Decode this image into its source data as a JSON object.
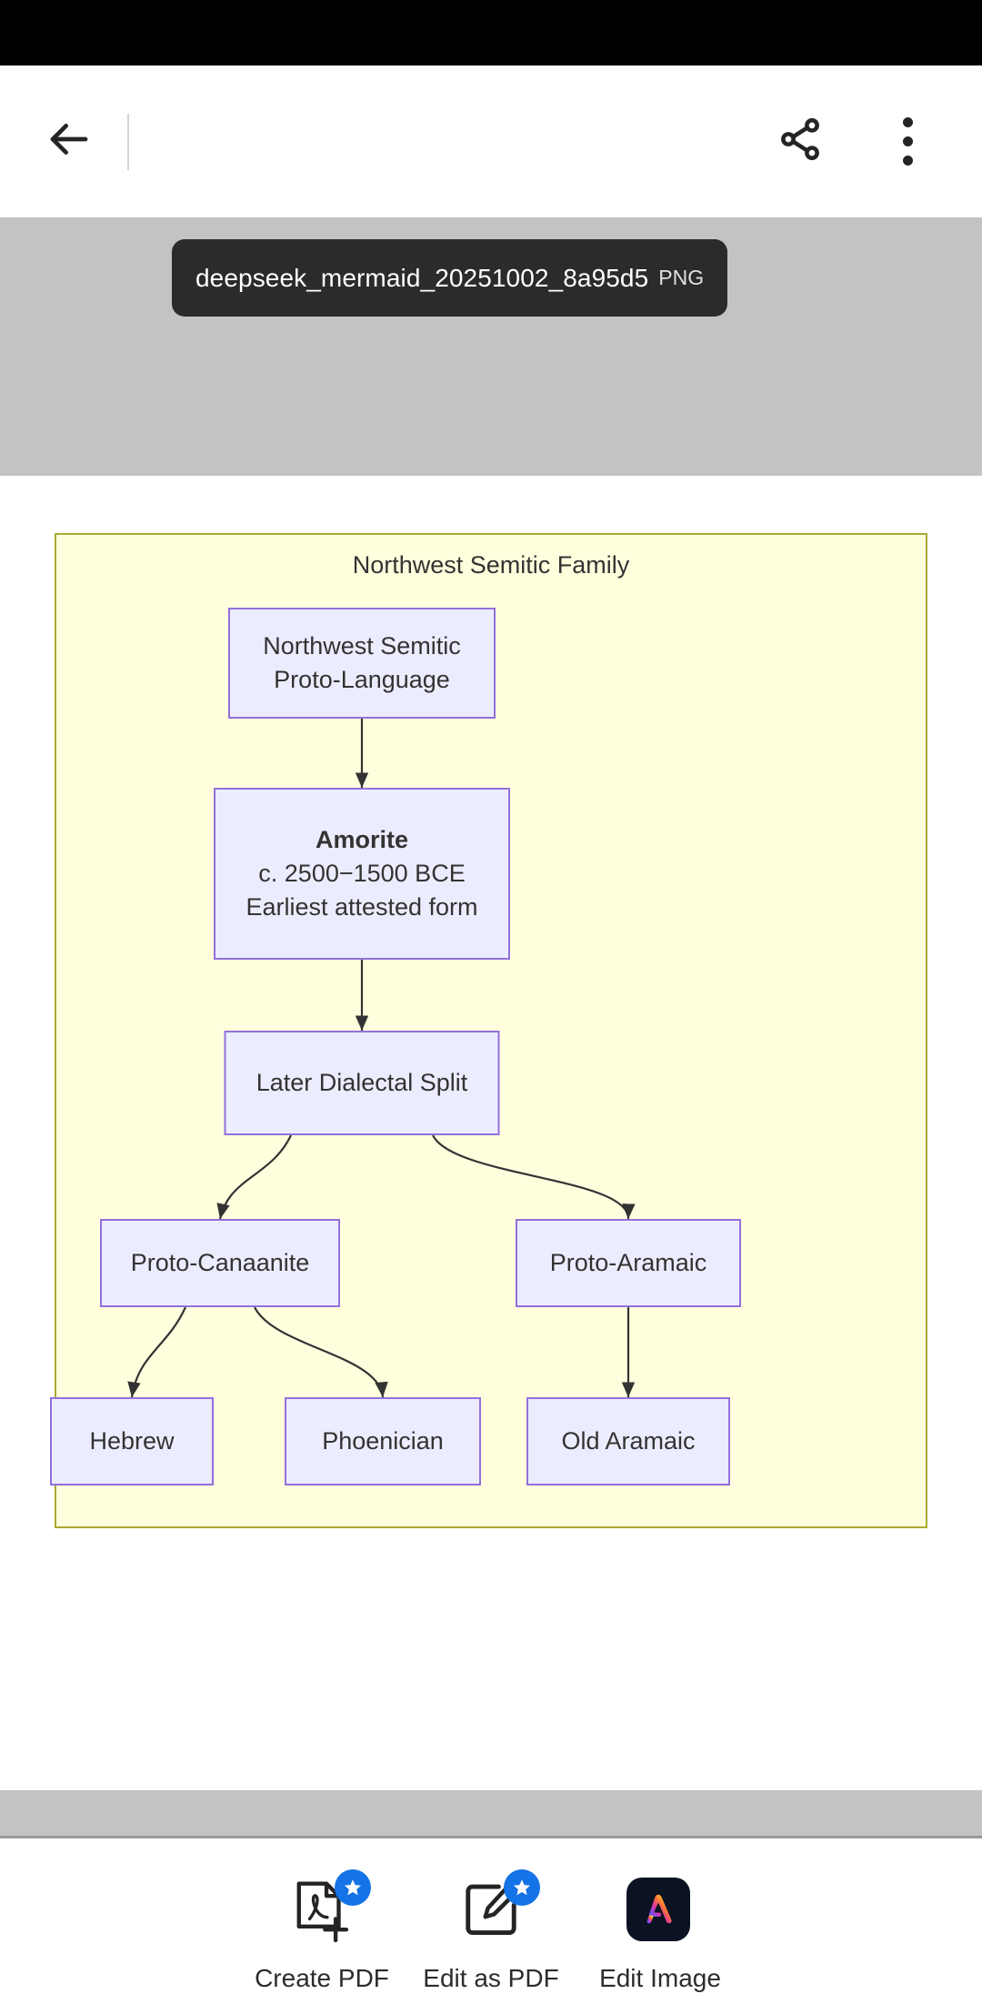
{
  "header": {
    "back_icon": "back-arrow-icon",
    "share_icon": "share-icon",
    "more_icon": "more-vertical-icon"
  },
  "toast": {
    "filename": "deepseek_mermaid_20251002_8a95d5",
    "filetype": "PNG"
  },
  "diagram": {
    "subgraph_title": "Northwest Semitic Family",
    "colors": {
      "subgraph_fill": "#ffffde",
      "subgraph_border": "#aaaa33",
      "node_fill": "#ececff",
      "node_border": "#9370db",
      "edge": "#333333",
      "text": "#333333"
    },
    "nodes": [
      {
        "id": "root",
        "lines": [
          "Northwest Semitic",
          "Proto-Language"
        ],
        "bold_first": false
      },
      {
        "id": "amorite",
        "lines": [
          "Amorite",
          "c. 2500−1500 BCE",
          "Earliest attested form"
        ],
        "bold_first": true
      },
      {
        "id": "split",
        "lines": [
          "Later Dialectal Split"
        ],
        "bold_first": false
      },
      {
        "id": "canaanite",
        "lines": [
          "Proto-Canaanite"
        ],
        "bold_first": false
      },
      {
        "id": "aramaic",
        "lines": [
          "Proto-Aramaic"
        ],
        "bold_first": false
      },
      {
        "id": "hebrew",
        "lines": [
          "Hebrew"
        ],
        "bold_first": false
      },
      {
        "id": "phoenician",
        "lines": [
          "Phoenician"
        ],
        "bold_first": false
      },
      {
        "id": "oldaramaic",
        "lines": [
          "Old Aramaic"
        ],
        "bold_first": false
      }
    ],
    "edges": [
      {
        "from": "root",
        "to": "amorite"
      },
      {
        "from": "amorite",
        "to": "split"
      },
      {
        "from": "split",
        "to": "canaanite"
      },
      {
        "from": "split",
        "to": "aramaic"
      },
      {
        "from": "canaanite",
        "to": "hebrew"
      },
      {
        "from": "canaanite",
        "to": "phoenician"
      },
      {
        "from": "aramaic",
        "to": "oldaramaic"
      }
    ]
  },
  "actionbar": {
    "items": [
      {
        "label": "Create PDF",
        "icon": "create-pdf-icon",
        "badge": "premium-star-badge"
      },
      {
        "label": "Edit as PDF",
        "icon": "edit-as-pdf-icon",
        "badge": "premium-star-badge"
      },
      {
        "label": "Edit Image",
        "icon": "edit-image-icon",
        "badge": null
      }
    ]
  }
}
